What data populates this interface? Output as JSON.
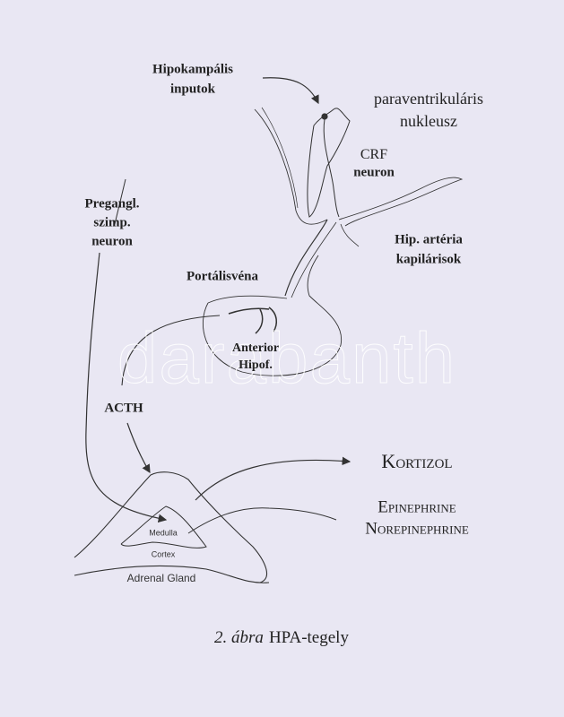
{
  "labels": {
    "hippocampal_1": "Hipokampális",
    "hippocampal_2": "inputok",
    "pvn_1": "paraventrikuláris",
    "pvn_2": "nukleusz",
    "crf_1": "CRF",
    "crf_2": "neuron",
    "pregangl_1": "Pregangl.",
    "pregangl_2": "szimp.",
    "pregangl_3": "neuron",
    "artery_1": "Hip. artéria",
    "artery_2": "kapilárisok",
    "portal": "Portálisvéna",
    "anterior_1": "Anterior",
    "anterior_2": "Hipof.",
    "acth": "ACTH",
    "cortisol": "Kortizol",
    "epinephrine": "Epinephrine",
    "norepinephrine": "Norepinephrine",
    "medulla": "Medulla",
    "cortex": "Cortex",
    "adrenal": "Adrenal Gland"
  },
  "caption": {
    "number": "2. ábra",
    "title": "HPA-tegely"
  },
  "watermark": "darabanth"
}
